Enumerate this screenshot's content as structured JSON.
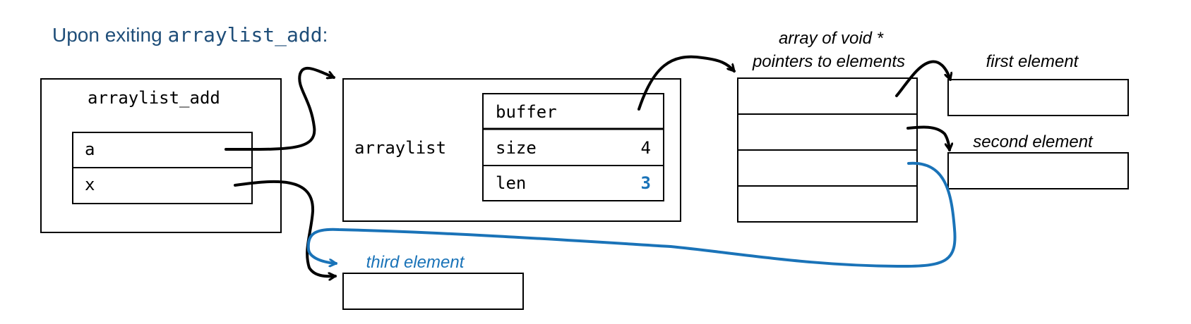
{
  "heading": {
    "prefix": "Upon exiting ",
    "code": "arraylist_add",
    "suffix": ":"
  },
  "stack_frame": {
    "title": "arraylist_add",
    "params": [
      "a",
      "x"
    ]
  },
  "arraylist": {
    "label": "arraylist",
    "fields": [
      {
        "name": "buffer",
        "value": ""
      },
      {
        "name": "size",
        "value": "4"
      },
      {
        "name": "len",
        "value": "3"
      }
    ]
  },
  "pointer_array": {
    "label_line1": "array of void *",
    "label_line2": "pointers to elements",
    "slots": 4
  },
  "elements": {
    "first": "first element",
    "second": "second element",
    "third": "third element"
  },
  "colors": {
    "heading": "#1f4e79",
    "highlight": "#1a73b8",
    "black": "#000000"
  }
}
